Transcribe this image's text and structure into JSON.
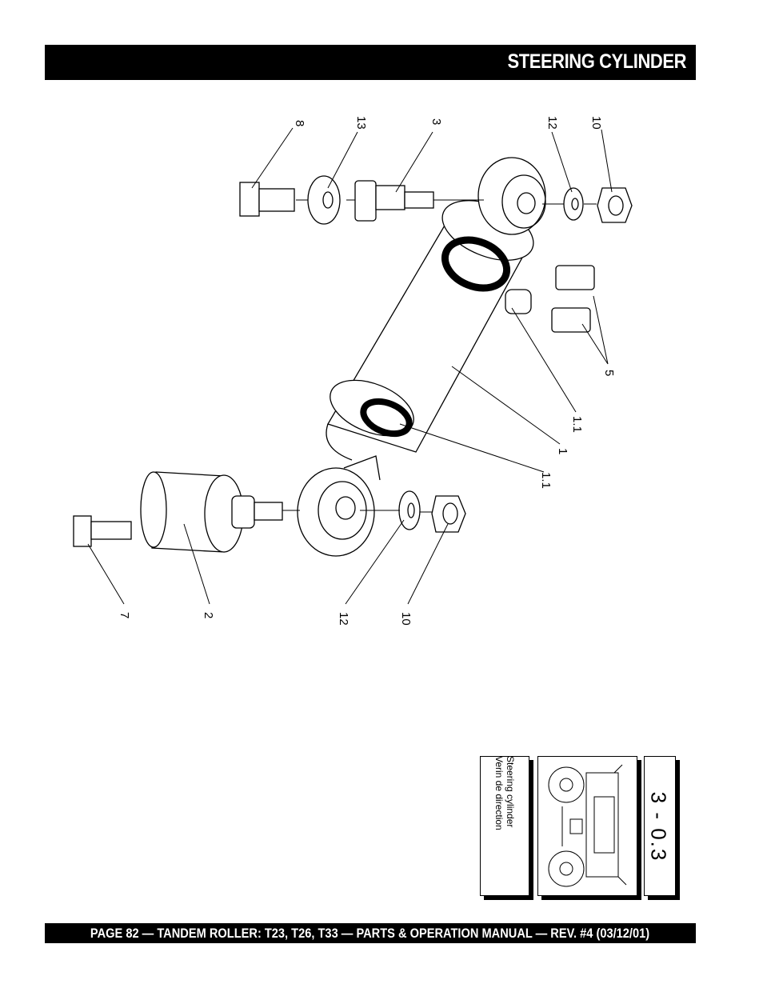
{
  "header": {
    "title": "STEERING CYLINDER"
  },
  "footer": {
    "text": "PAGE 82 — TANDEM ROLLER: T23, T26, T33 — PARTS & OPERATION MANUAL — REV. #4 (03/12/01)"
  },
  "diagram": {
    "callouts": {
      "c8": "8",
      "c13": "13",
      "c3": "3",
      "c12a": "12",
      "c10a": "10",
      "c5": "5",
      "c11a": "1.1",
      "c1": "1",
      "c11b": "1.1",
      "c7": "7",
      "c2": "2",
      "c12b": "12",
      "c10b": "10"
    }
  },
  "reference_box": {
    "code": "3 - 0.3",
    "name_en": "Steering cylinder",
    "name_fr": "Verin de direction"
  }
}
